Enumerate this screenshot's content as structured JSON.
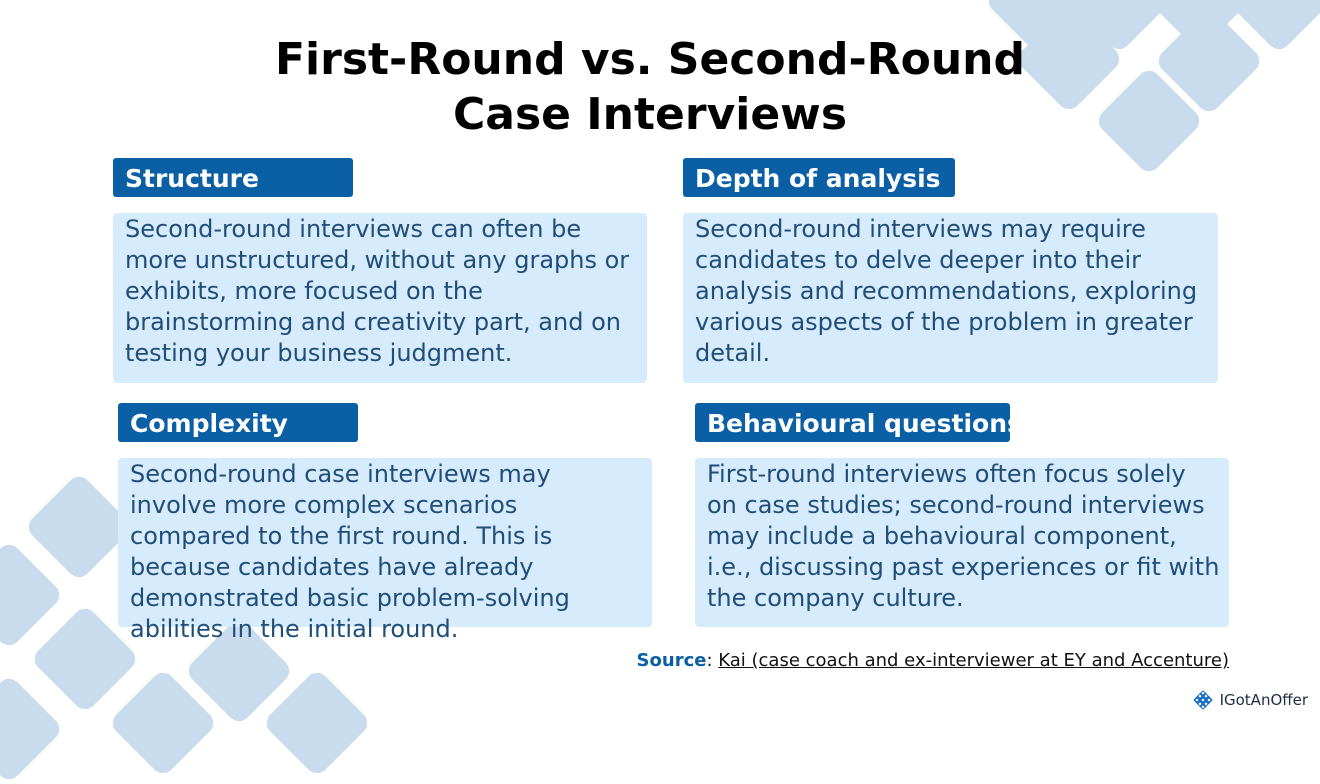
{
  "title": {
    "line1": "First-Round vs. Second-Round",
    "line2": "Case Interviews"
  },
  "cards": [
    {
      "heading": "Structure",
      "text": "Second-round interviews can often be more unstructured, without any graphs or exhibits, more focused on the brainstorming and creativity part, and on testing your business judgment."
    },
    {
      "heading": "Depth of analysis",
      "text": "Second-round interviews may require candidates to delve deeper into their analysis and recommendations, exploring various aspects of the problem in greater detail."
    },
    {
      "heading": "Complexity",
      "text": "Second-round case interviews may involve more complex scenarios compared to the first round. This is because candidates have already demonstrated basic problem-solving abilities in the initial round."
    },
    {
      "heading": "Behavioural questions",
      "text": "First-round interviews often focus solely on case studies; second-round interviews may include a behavioural component, i.e., discussing past experiences or fit with the company culture."
    }
  ],
  "source": {
    "label": "Source",
    "separator": ":",
    "link_text": "Kai (case coach and ex-interviewer at EY and Accenture)"
  },
  "logo": {
    "text": "IGotAnOffer"
  },
  "colors": {
    "heading_bg": "#0b5fa5",
    "box_bg": "#d6ebfb",
    "body_text": "#1f4e79",
    "decor": "#c9dcee"
  }
}
